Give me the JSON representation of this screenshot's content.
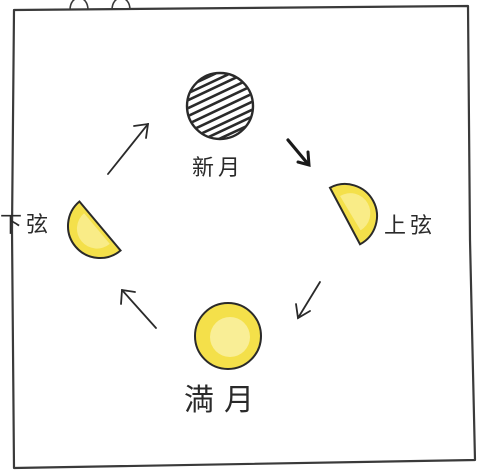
{
  "phases": {
    "new_moon": "新月",
    "first_quarter": "上弦",
    "full_moon": "満月",
    "last_quarter": "下弦"
  },
  "colors": {
    "ink": "#2a2a2a",
    "moon_fill": "#f4e04a",
    "moon_light": "#fbf3b0",
    "paper": "#ffffff"
  }
}
